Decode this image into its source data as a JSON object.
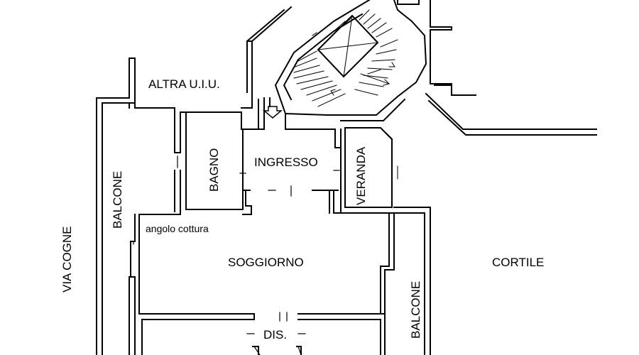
{
  "labels": {
    "altra": "ALTRA U.I.U.",
    "ingresso": "INGRESSO",
    "bagno": "BAGNO",
    "veranda": "VERANDA",
    "balcone_left": "BALCONE",
    "balcone_right": "BALCONE",
    "angolo": "angolo cottura",
    "soggiorno": "SOGGIORNO",
    "cortile": "CORTILE",
    "via": "VIA COGNE",
    "dis": "DIS."
  },
  "colors": {
    "line": "#000000",
    "background": "#ffffff"
  }
}
